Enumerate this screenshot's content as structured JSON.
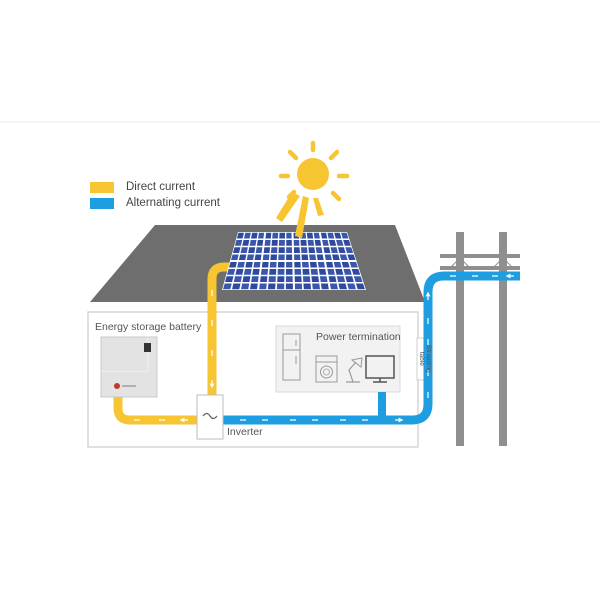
{
  "legend": {
    "items": [
      {
        "label": "Direct current",
        "color": "#f7c531"
      },
      {
        "label": "Alternating current",
        "color": "#1e9ee0"
      }
    ]
  },
  "labels": {
    "battery": "Energy storage battery",
    "power_termination": "Power termination",
    "inverter": "Inverter",
    "strapping_line1": "Strapping",
    "strapping_line2": "table",
    "inverter_symbol": "~"
  },
  "colors": {
    "dc": "#f7c531",
    "ac": "#1e9ee0",
    "roof": "#6e6e6e",
    "sun": "#f7c531",
    "panel": "#2f4a9c",
    "pole": "#8f8f8f"
  },
  "icons": [
    "sun-icon",
    "solar-panel-icon",
    "battery-icon",
    "inverter-icon",
    "fridge-icon",
    "washing-machine-icon",
    "desk-lamp-icon",
    "monitor-icon",
    "utility-pole-icon"
  ]
}
